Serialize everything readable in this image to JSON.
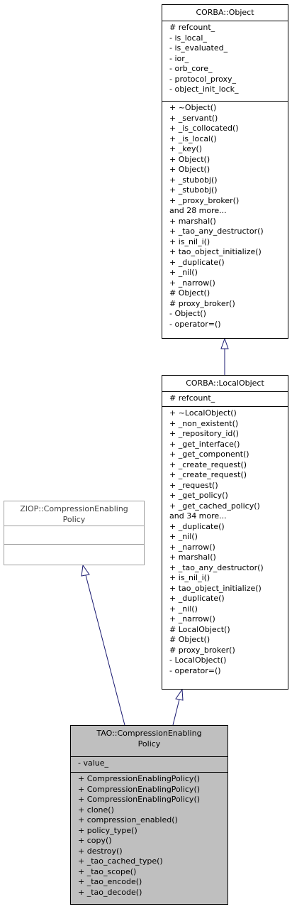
{
  "corba_object": {
    "title": "CORBA::Object",
    "attributes": [
      "# refcount_",
      "- is_local_",
      "- is_evaluated_",
      "- ior_",
      "- orb_core_",
      "- protocol_proxy_",
      "- object_init_lock_"
    ],
    "methods": [
      "+ ~Object()",
      "+ _servant()",
      "+ _is_collocated()",
      "+ _is_local()",
      "+ _key()",
      "+ Object()",
      "+ Object()",
      "+ _stubobj()",
      "+ _stubobj()",
      "+ _proxy_broker()",
      "and 28 more...",
      "+ marshal()",
      "+ _tao_any_destructor()",
      "+ is_nil_i()",
      "+ tao_object_initialize()",
      "+ _duplicate()",
      "+ _nil()",
      "+ _narrow()",
      "# Object()",
      "# proxy_broker()",
      "- Object()",
      "- operator=()"
    ]
  },
  "corba_localobject": {
    "title": "CORBA::LocalObject",
    "attributes": [
      "# refcount_"
    ],
    "methods": [
      "+ ~LocalObject()",
      "+ _non_existent()",
      "+ _repository_id()",
      "+ _get_interface()",
      "+ _get_component()",
      "+ _create_request()",
      "+ _create_request()",
      "+ _request()",
      "+ _get_policy()",
      "+ _get_cached_policy()",
      "and 34 more...",
      "+ _duplicate()",
      "+ _nil()",
      "+ _narrow()",
      "+ marshal()",
      "+ _tao_any_destructor()",
      "+ is_nil_i()",
      "+ tao_object_initialize()",
      "+ _duplicate()",
      "+ _nil()",
      "+ _narrow()",
      "# LocalObject()",
      "# Object()",
      "# proxy_broker()",
      "- LocalObject()",
      "- operator=()"
    ]
  },
  "ziop_policy": {
    "title_line1": "ZIOP::CompressionEnabling",
    "title_line2": "Policy"
  },
  "tao_policy": {
    "title_line1": "TAO::CompressionEnabling",
    "title_line2": "Policy",
    "attributes": [
      "- value_"
    ],
    "methods": [
      "+ CompressionEnablingPolicy()",
      "+ CompressionEnablingPolicy()",
      "+ CompressionEnablingPolicy()",
      "+ clone()",
      "+ compression_enabled()",
      "+ policy_type()",
      "+ copy()",
      "+ destroy()",
      "+ _tao_cached_type()",
      "+ _tao_scope()",
      "+ _tao_encode()",
      "+ _tao_decode()"
    ]
  },
  "colors": {
    "edge": "#191970",
    "box_border": "#000000",
    "base_border": "#a0a0a0",
    "highlight_fill": "#bfbfbf"
  }
}
